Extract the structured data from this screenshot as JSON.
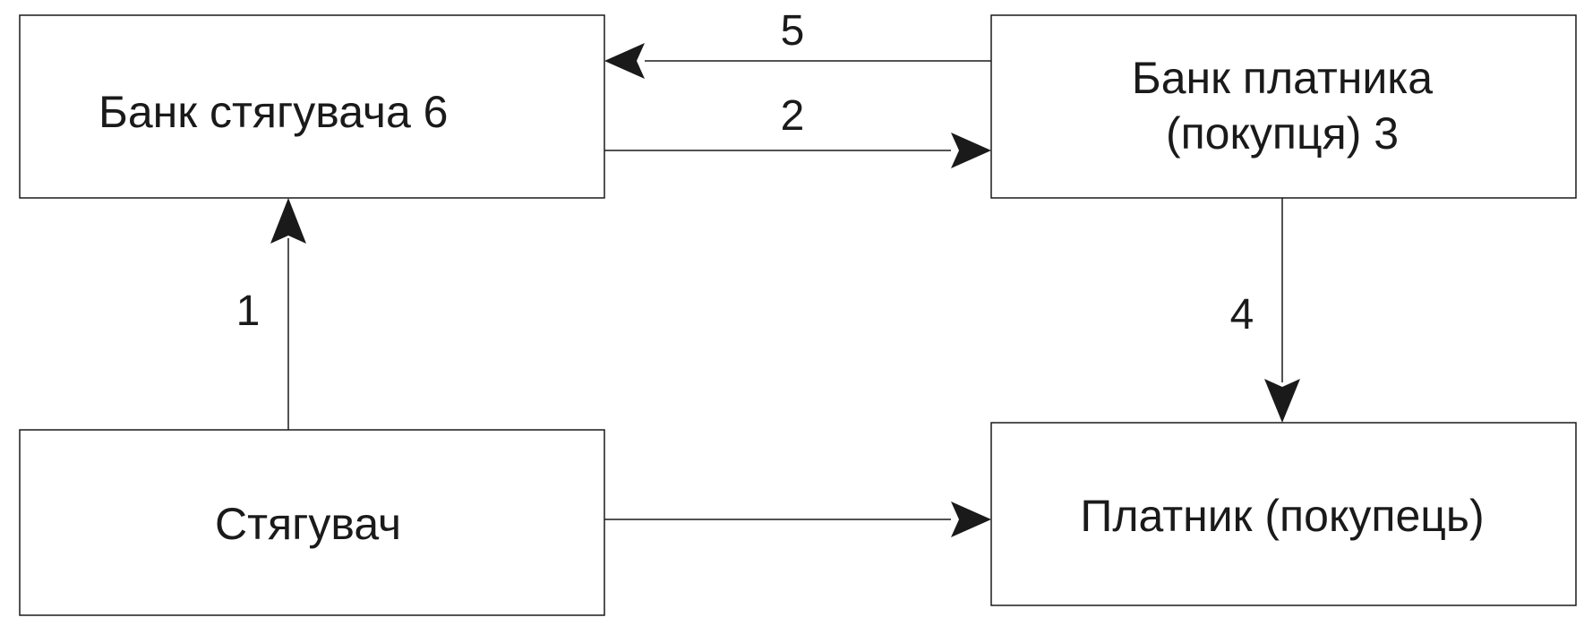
{
  "nodes": {
    "collector_bank": {
      "label": "Банк стягувача 6"
    },
    "payer_bank": {
      "line1": "Банк платника",
      "line2": "(покупця) 3"
    },
    "collector": {
      "label": "Стягувач"
    },
    "payer": {
      "label": "Платник (покупець)"
    }
  },
  "edges": {
    "e1": {
      "label": "1"
    },
    "e2": {
      "label": "2"
    },
    "e4": {
      "label": "4"
    },
    "e5": {
      "label": "5"
    }
  },
  "colors": {
    "stroke": "#1a1a1a",
    "background": "#ffffff"
  }
}
